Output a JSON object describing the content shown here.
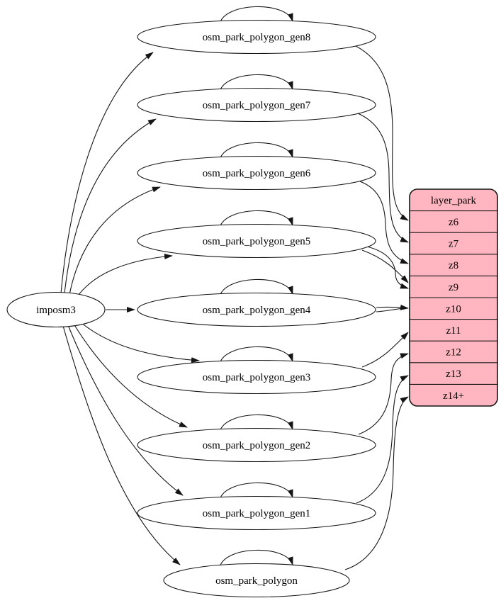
{
  "diagram": {
    "source": {
      "id": "imposm3",
      "label": "imposm3"
    },
    "tables": [
      {
        "id": "osm_park_polygon_gen8",
        "label": "osm_park_polygon_gen8",
        "self_loop": true
      },
      {
        "id": "osm_park_polygon_gen7",
        "label": "osm_park_polygon_gen7",
        "self_loop": true
      },
      {
        "id": "osm_park_polygon_gen6",
        "label": "osm_park_polygon_gen6",
        "self_loop": true
      },
      {
        "id": "osm_park_polygon_gen5",
        "label": "osm_park_polygon_gen5",
        "self_loop": true
      },
      {
        "id": "osm_park_polygon_gen4",
        "label": "osm_park_polygon_gen4",
        "self_loop": true
      },
      {
        "id": "osm_park_polygon_gen3",
        "label": "osm_park_polygon_gen3",
        "self_loop": true
      },
      {
        "id": "osm_park_polygon_gen2",
        "label": "osm_park_polygon_gen2",
        "self_loop": true
      },
      {
        "id": "osm_park_polygon_gen1",
        "label": "osm_park_polygon_gen1",
        "self_loop": true
      },
      {
        "id": "osm_park_polygon",
        "label": "osm_park_polygon",
        "self_loop": true
      }
    ],
    "layer": {
      "id": "layer_park",
      "title": "layer_park",
      "rows": [
        "z6",
        "z7",
        "z8",
        "z9",
        "z10",
        "z11",
        "z12",
        "z13",
        "z14+"
      ]
    },
    "edges": {
      "from_source_to": [
        "osm_park_polygon_gen8",
        "osm_park_polygon_gen7",
        "osm_park_polygon_gen6",
        "osm_park_polygon_gen5",
        "osm_park_polygon_gen4",
        "osm_park_polygon_gen3",
        "osm_park_polygon_gen2",
        "osm_park_polygon_gen1",
        "osm_park_polygon"
      ],
      "self_loops": [
        "osm_park_polygon_gen8",
        "osm_park_polygon_gen7",
        "osm_park_polygon_gen6",
        "osm_park_polygon_gen5",
        "osm_park_polygon_gen4",
        "osm_park_polygon_gen3",
        "osm_park_polygon_gen2",
        "osm_park_polygon_gen1",
        "osm_park_polygon"
      ],
      "to_layer": [
        {
          "from": "osm_park_polygon_gen8",
          "to": "z6"
        },
        {
          "from": "osm_park_polygon_gen7",
          "to": "z7"
        },
        {
          "from": "osm_park_polygon_gen6",
          "to": "z8"
        },
        {
          "from": "osm_park_polygon_gen5",
          "to": "z9"
        },
        {
          "from": "osm_park_polygon_gen4",
          "to": "z10"
        },
        {
          "from": "osm_park_polygon_gen3",
          "to": "z11"
        },
        {
          "from": "osm_park_polygon_gen2",
          "to": "z12"
        },
        {
          "from": "osm_park_polygon_gen1",
          "to": "z13"
        },
        {
          "from": "osm_park_polygon",
          "to": "z14+"
        }
      ]
    },
    "colors": {
      "layer_fill": "#ffb6c1",
      "node_fill": "#ffffff",
      "stroke": "#151515",
      "text": "#000000",
      "background": "#ffffff"
    }
  }
}
